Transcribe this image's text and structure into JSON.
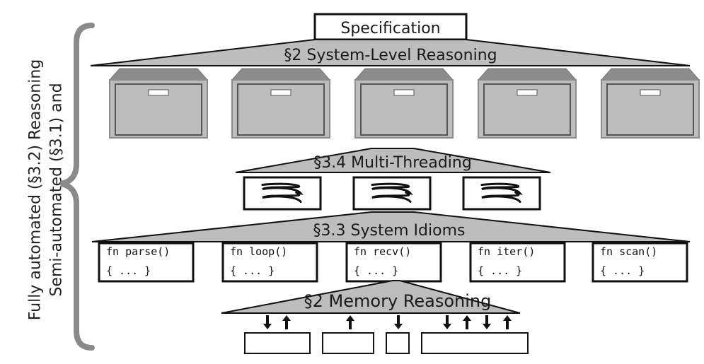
{
  "side_label": {
    "line1": "Semi-automated (§3.1) and",
    "line2": "Fully automated (§3.2) Reasoning"
  },
  "specification": "Specification",
  "tiers": {
    "system": "§2 System-Level Reasoning",
    "threading": "§3.4 Multi-Threading",
    "idioms": "§3.3 System Idioms",
    "memory": "§2 Memory Reasoning"
  },
  "servers": {
    "count": 5,
    "icon": "server-icon"
  },
  "threads": {
    "count": 3,
    "icon": "thread-squiggle-icon"
  },
  "functions": [
    {
      "signature": "fn parse()",
      "body": "{ ... }"
    },
    {
      "signature": "fn loop()",
      "body": "{ ... }"
    },
    {
      "signature": "fn recv()",
      "body": "{ ... }"
    },
    {
      "signature": "fn iter()",
      "body": "{ ... }"
    },
    {
      "signature": "fn scan()",
      "body": "{ ... }"
    }
  ],
  "memory_arrows": [
    "down",
    "up",
    "up",
    "down",
    "down",
    "up",
    "down",
    "up"
  ],
  "colors": {
    "fill_gray": "#bdbdbd",
    "dark_gray": "#8c8c8c",
    "stroke": "#111111",
    "brace": "#8a8a8a"
  }
}
